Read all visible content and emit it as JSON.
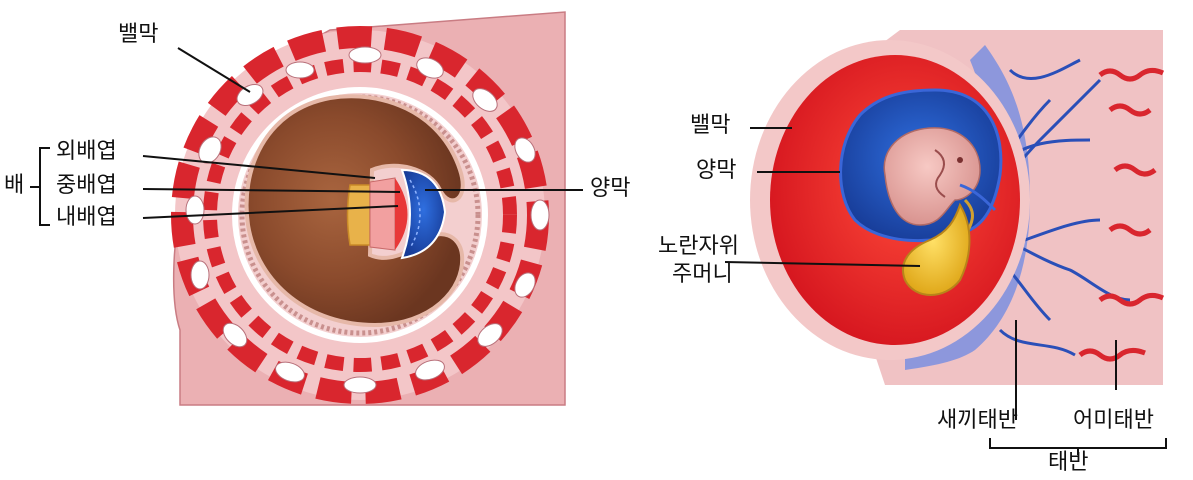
{
  "left_figure": {
    "labels": {
      "chorion": "밸막",
      "ectoderm": "외배엽",
      "mesoderm": "중배엽",
      "endoderm": "내배엽",
      "embryo": "배",
      "amnion": "양막"
    }
  },
  "right_figure": {
    "labels": {
      "chorion": "밸막",
      "amnion": "양막",
      "yolk_sac_line1": "노란자위",
      "yolk_sac_line2": "주머니",
      "fetal_placenta": "새끼태반",
      "maternal_placenta": "어미태반",
      "placenta": "태반"
    }
  },
  "colors": {
    "tissue_pink": "#e9a0a6",
    "tissue_light": "#f2c4c6",
    "blood_red": "#d9262e",
    "cavity_brown": "#8a4a2c",
    "amnion_blue": "#2a4fa8",
    "yolk_yellow": "#f0c02a",
    "vessel_blue": "#3a5fc8"
  }
}
